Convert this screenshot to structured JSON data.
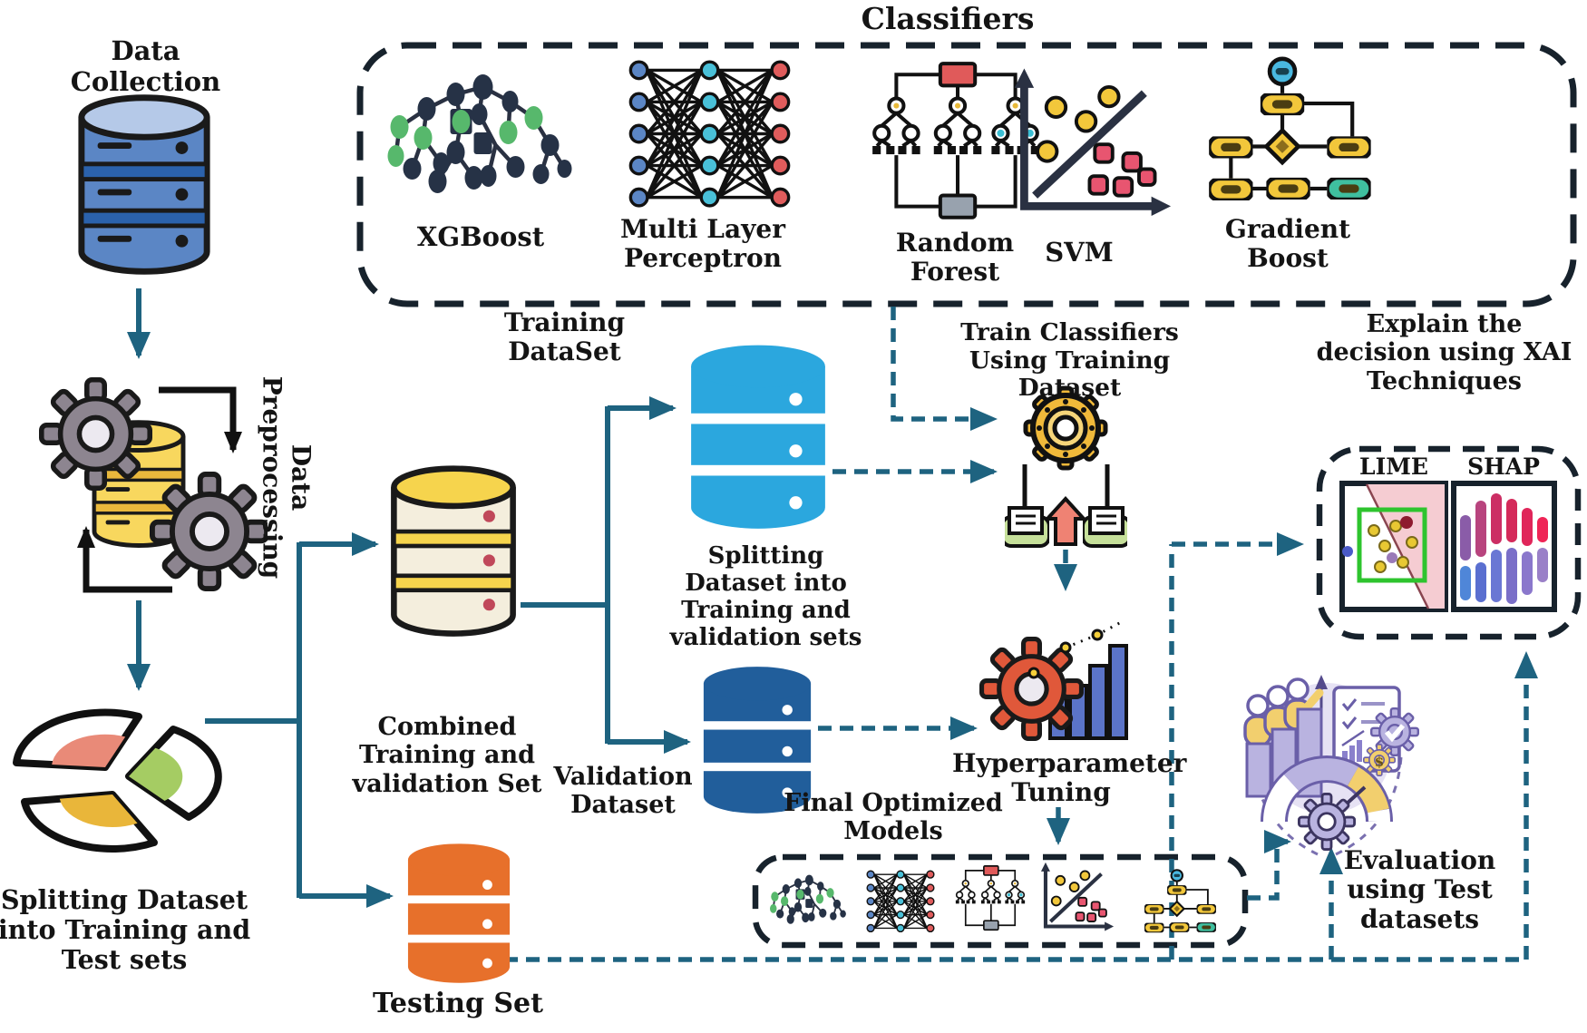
{
  "diagram": {
    "classifiers_box": {
      "title": "Classifiers",
      "items": [
        {
          "label": "XGBoost"
        },
        {
          "label": "Multi Layer Perceptron"
        },
        {
          "label": "Random Forest"
        },
        {
          "label": "SVM"
        },
        {
          "label": "Gradient Boost"
        }
      ]
    },
    "stages": {
      "data_collection": {
        "label": "Data Collection"
      },
      "preprocessing": {
        "label": "Data Preprocessing"
      },
      "splitting_test": {
        "label": "Splitting Dataset into Training and Test sets"
      },
      "combined_set": {
        "label": "Combined Training and validation Set"
      },
      "training_dataset": {
        "label": "Training DataSet"
      },
      "splitting_validation": {
        "label": "Splitting Dataset into Training and validation sets"
      },
      "validation_dataset": {
        "label": "Validation Dataset"
      },
      "testing_set": {
        "label": "Testing Set"
      },
      "train_classifiers": {
        "label": "Train Classifiers Using Training Dataset"
      },
      "hyperparameter": {
        "label": "Hyperparameter Tuning"
      },
      "final_models": {
        "label": "Final Optimized Models"
      },
      "evaluation": {
        "label": "Evaluation using Test datasets"
      }
    },
    "xai": {
      "title": "Explain the decision using XAI Techniques",
      "lime_label": "LIME",
      "shap_label": "SHAP"
    },
    "colors": {
      "connector_teal": "#1e6380",
      "dashed_box_dark": "#17222c",
      "db_collection_blue": "#5b86c5",
      "db_combined_cream": "#f4eedd",
      "db_training_cyan": "#2ba7de",
      "db_validation_navy": "#215e9b",
      "db_testing_orange": "#e7702b",
      "gear_yellow": "#f0b93a",
      "gear_red": "#e0583a"
    }
  }
}
